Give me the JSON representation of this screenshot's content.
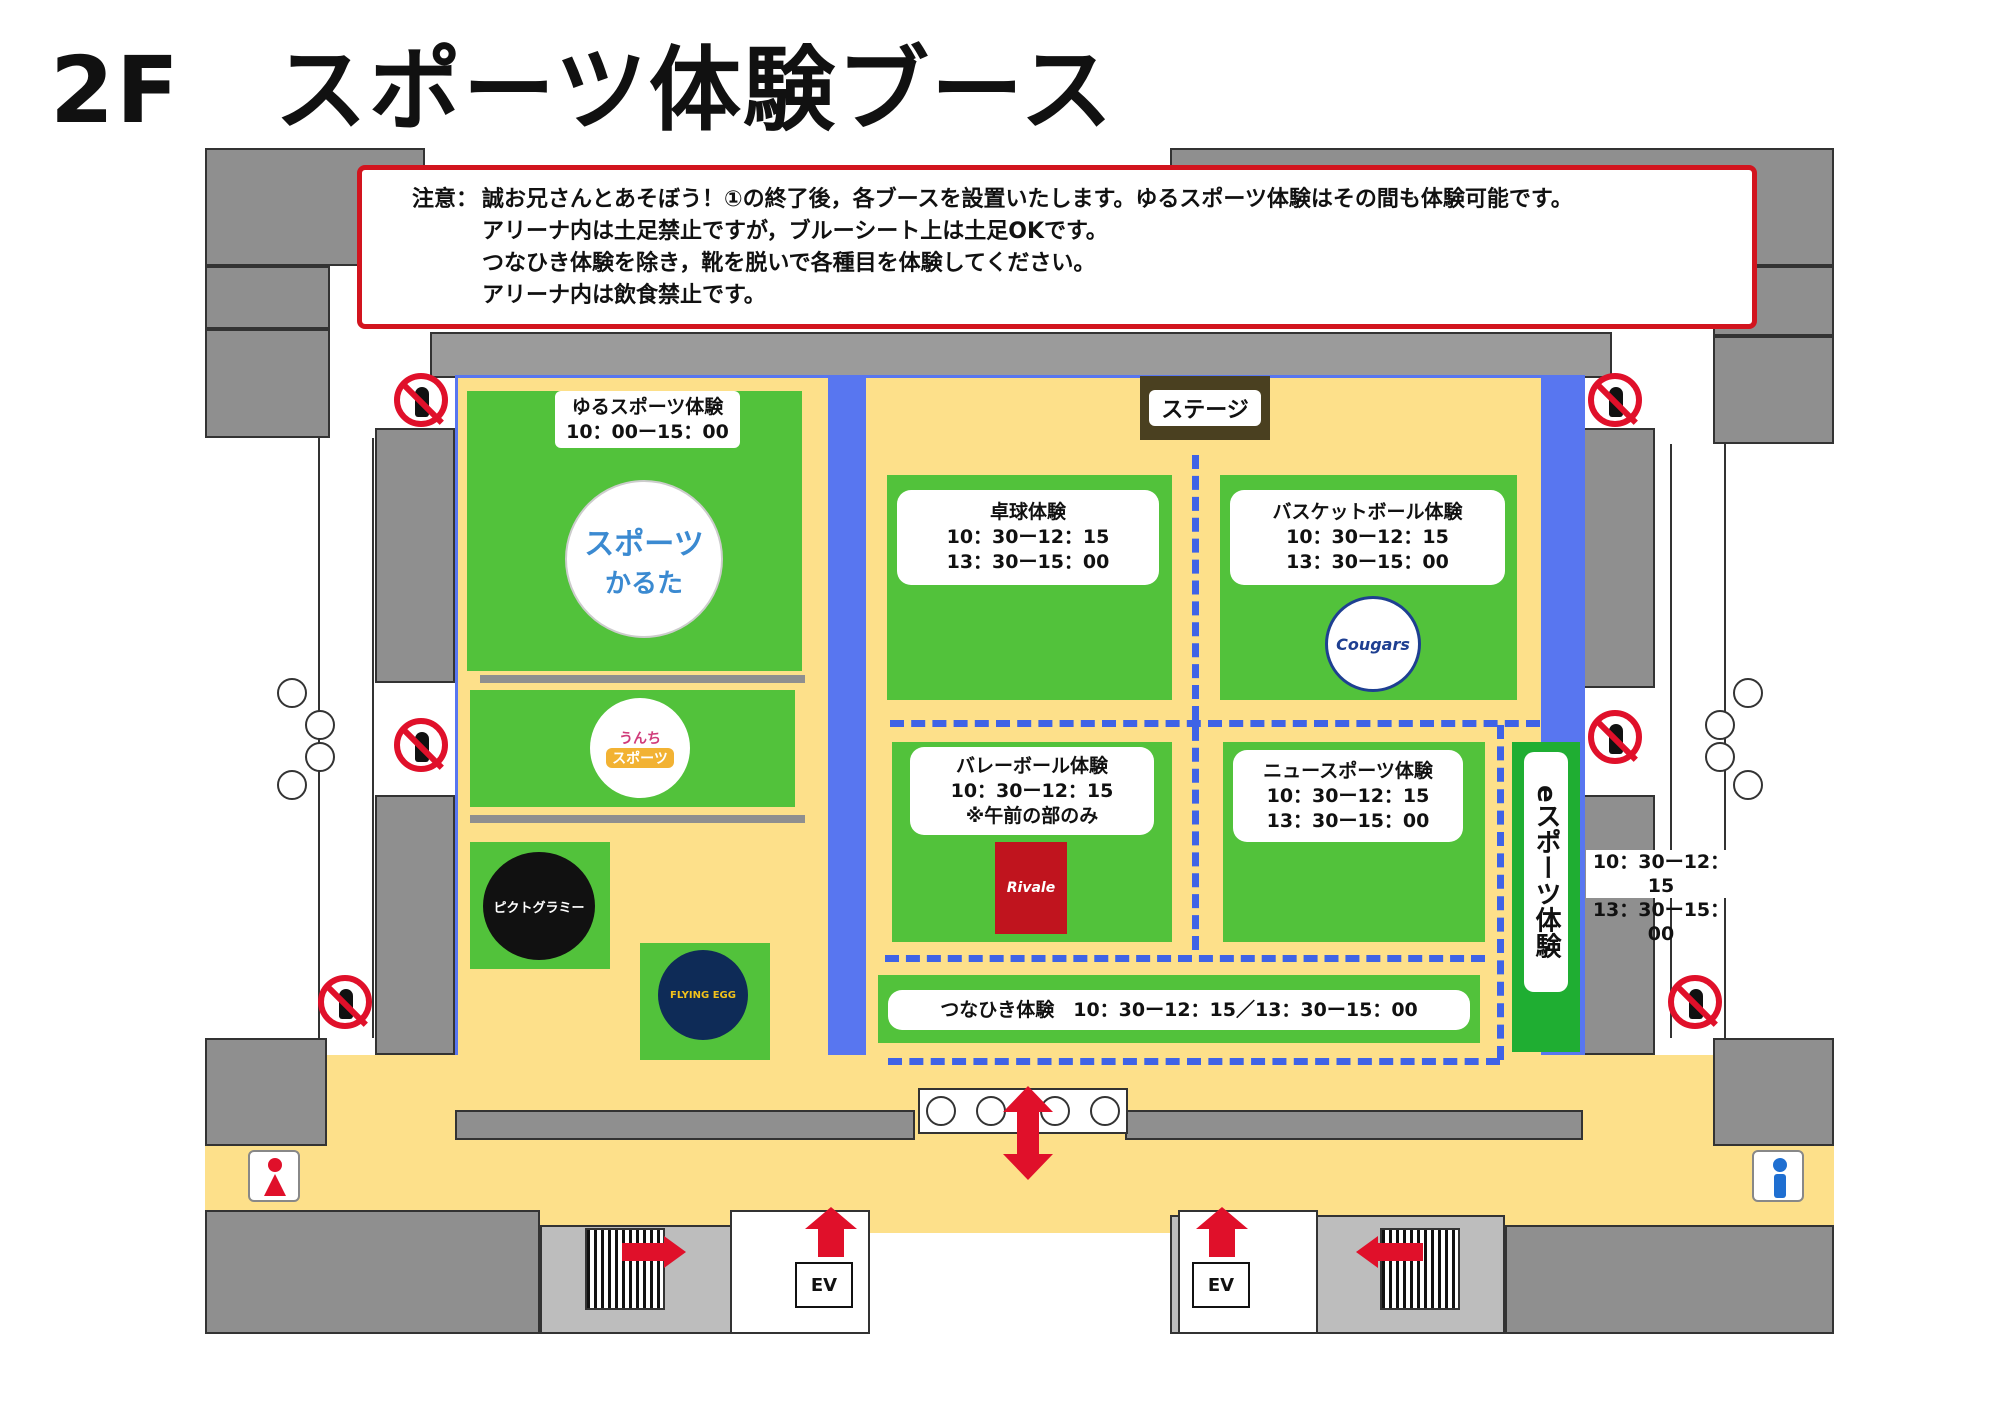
{
  "title": "2F　スポーツ体験ブース",
  "notice": {
    "label": "注意：",
    "lines": [
      "誠お兄さんとあそぼう！①の終了後，各ブースを設置いたします。ゆるスポーツ体験はその間も体験可能です。",
      "アリーナ内は土足禁止ですが，ブルーシート上は土足OKです。",
      "つなひき体験を除き，靴を脱いで各種目を体験してください。",
      "アリーナ内は飲食禁止です。"
    ]
  },
  "stage": "ステージ",
  "booths": {
    "yuru": {
      "name": "ゆるスポーツ体験",
      "time": "10：00ー15：00"
    },
    "takkyu": {
      "name": "卓球体験",
      "times": [
        "10：30ー12：15",
        "13：30ー15：00"
      ]
    },
    "basket": {
      "name": "バスケットボール体験",
      "times": [
        "10：30ー12：15",
        "13：30ー15：00"
      ]
    },
    "volley": {
      "name": "バレーボール体験",
      "times": [
        "10：30ー12：15",
        "※午前の部のみ"
      ]
    },
    "newsports": {
      "name": "ニュースポーツ体験",
      "times": [
        "10：30ー12：15",
        "13：30ー15：00"
      ]
    },
    "tsunahiki": {
      "label": "つなひき体験　10：30ー12：15／13：30ー15：00"
    },
    "esports": {
      "name": "eスポーツ体験",
      "times": [
        "10：30ー12：15",
        "13：30ー15：00"
      ]
    }
  },
  "logos": {
    "karuta": [
      "スポーツ",
      "かるた"
    ],
    "unchi": [
      "うんち",
      "スポーツ"
    ],
    "pictogram": "ピクトグラミー",
    "flyingegg": "FLYING EGG",
    "cougars": "Cougars",
    "rivale": "Rivale"
  },
  "ev_label": "EV",
  "icons": [
    "no-shoes-icon",
    "restroom-women-icon",
    "restroom-men-icon",
    "door-icon",
    "stairs-icon",
    "elevator-icon",
    "arrow-icon"
  ],
  "colors": {
    "booth": "#52c23b",
    "sheet": "#5876f0",
    "floor": "#fde08a",
    "notice_border": "#d2141e",
    "esports": "#1fae32"
  }
}
